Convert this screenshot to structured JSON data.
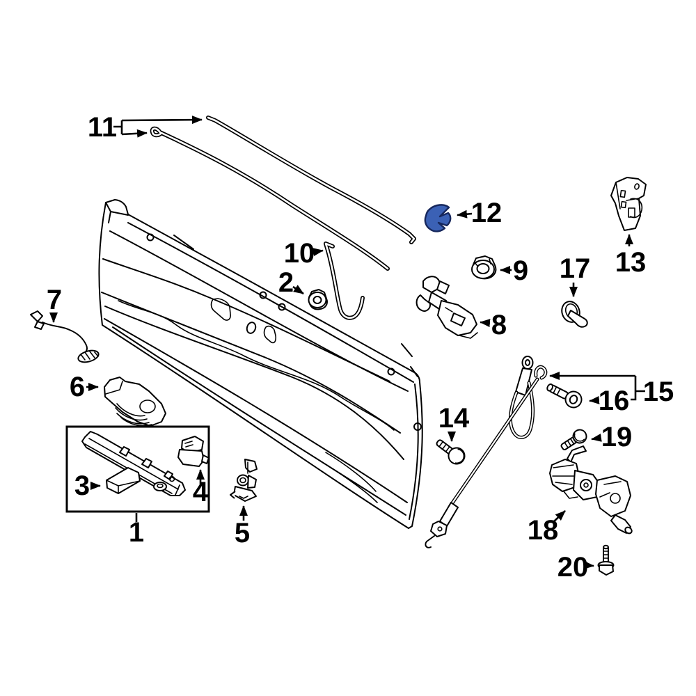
{
  "diagram": {
    "type": "exploded-parts-diagram",
    "subject": "tailgate",
    "background_color": "#ffffff",
    "line_color": "#000000",
    "highlight": {
      "part_number": "12",
      "fill": "#3b61b5",
      "stroke": "#16275c"
    },
    "callouts": [
      {
        "number": "1"
      },
      {
        "number": "2"
      },
      {
        "number": "3"
      },
      {
        "number": "4"
      },
      {
        "number": "5"
      },
      {
        "number": "6"
      },
      {
        "number": "7"
      },
      {
        "number": "8"
      },
      {
        "number": "9"
      },
      {
        "number": "10"
      },
      {
        "number": "11"
      },
      {
        "number": "12"
      },
      {
        "number": "13"
      },
      {
        "number": "14"
      },
      {
        "number": "15"
      },
      {
        "number": "16"
      },
      {
        "number": "17"
      },
      {
        "number": "18"
      },
      {
        "number": "19"
      },
      {
        "number": "20"
      }
    ]
  }
}
